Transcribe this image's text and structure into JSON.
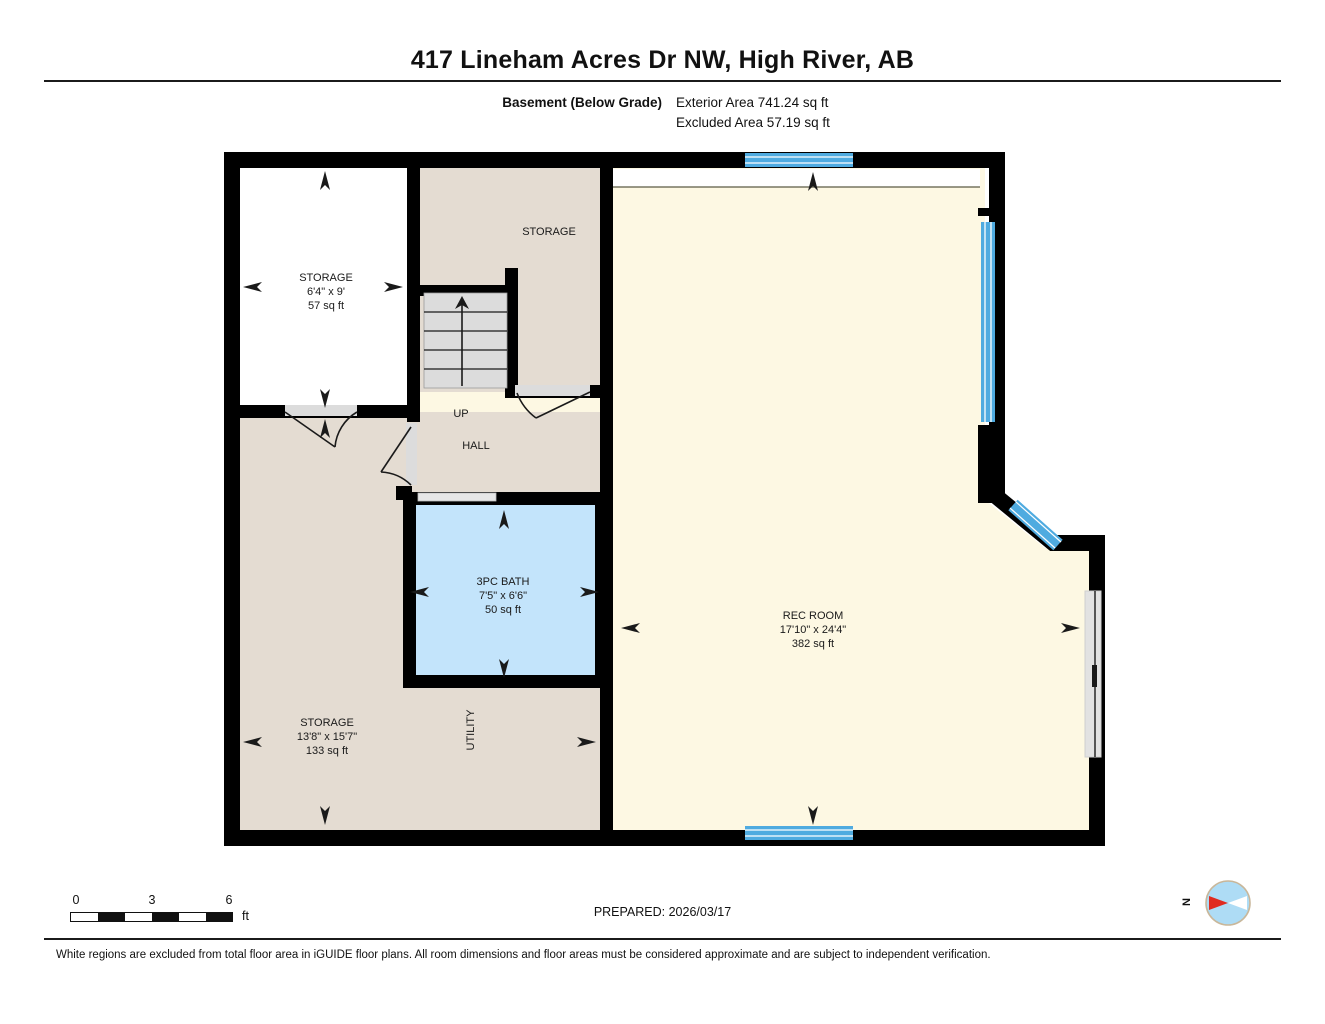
{
  "header": {
    "title": "417 Lineham Acres Dr NW, High River, AB",
    "level_label": "Basement (Below Grade)",
    "exterior_area": "Exterior Area 741.24 sq ft",
    "excluded_area": "Excluded Area 57.19 sq ft"
  },
  "rooms": [
    {
      "id": "storage-excluded",
      "name": "STORAGE",
      "dimensions": "6'4\" x 9'",
      "area": "57 sq ft",
      "fill": "#FFFFFF",
      "excluded": true
    },
    {
      "id": "storage-top",
      "name": "STORAGE",
      "dimensions": "",
      "area": "",
      "fill": "#E4DCD2",
      "excluded": false
    },
    {
      "id": "hall",
      "name": "HALL",
      "dimensions": "",
      "area": "",
      "fill": "#FDF8E3",
      "excluded": false
    },
    {
      "id": "stairs-up",
      "name": "UP",
      "dimensions": "",
      "area": "",
      "fill": "#DCDCDC",
      "excluded": false
    },
    {
      "id": "bath",
      "name": "3PC BATH",
      "dimensions": "7'5\" x 6'6\"",
      "area": "50 sq ft",
      "fill": "#C3E4FB",
      "excluded": false
    },
    {
      "id": "storage-lower",
      "name": "STORAGE",
      "dimensions": "13'8\" x 15'7\"",
      "area": "133 sq ft",
      "fill": "#E4DCD2",
      "excluded": false
    },
    {
      "id": "utility",
      "name": "UTILITY",
      "dimensions": "",
      "area": "",
      "fill": "#E4DCD2",
      "excluded": false
    },
    {
      "id": "rec-room",
      "name": "REC ROOM",
      "dimensions": "17'10\" x 24'4\"",
      "area": "382 sq ft",
      "fill": "#FDF8E3",
      "excluded": false
    }
  ],
  "scale": {
    "ticks": [
      "0",
      "3",
      "6"
    ],
    "unit": "ft"
  },
  "compass": {
    "label": "N"
  },
  "footer": {
    "prepared": "PREPARED: 2026/03/17",
    "disclaimer": "White regions are excluded from total floor area in iGUIDE floor plans. All room dimensions and floor areas must be considered approximate and are subject to independent verification."
  },
  "colors": {
    "wall": "#000000",
    "window": "#4FABE0",
    "living_fill": "#FDF8E3",
    "utility_fill": "#E4DCD2",
    "bath_fill": "#C3E4FB",
    "stair_fill": "#DCDCDC",
    "excluded_fill": "#FFFFFF",
    "compass_disc": "#AEDCF5",
    "compass_needle": "#E02B20"
  }
}
